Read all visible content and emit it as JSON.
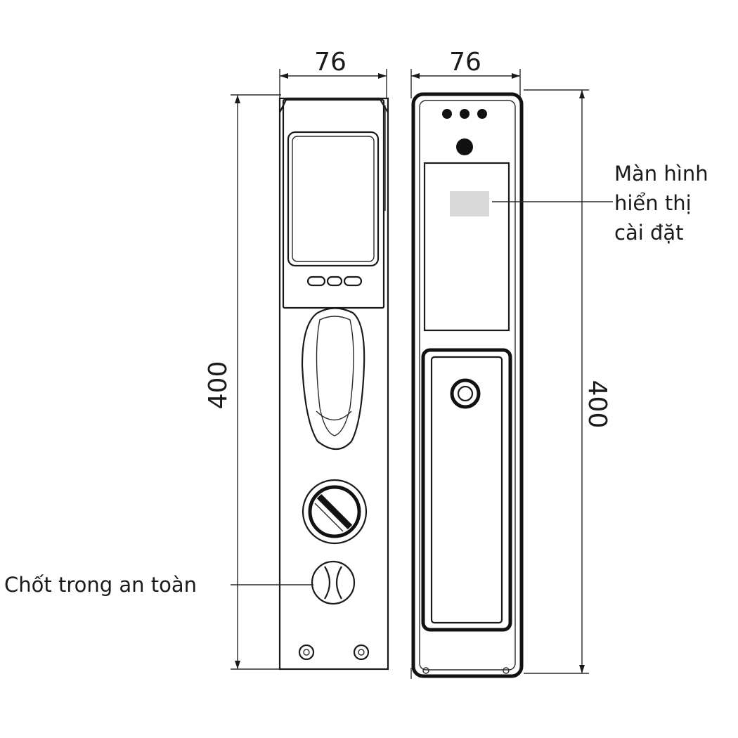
{
  "dimensions": {
    "inner_width": "76",
    "outer_width": "76",
    "inner_height": "400",
    "outer_height": "400"
  },
  "callouts": {
    "screen_line1": "Màn hình",
    "screen_line2": "hiển thị",
    "screen_line3": "cài đặt",
    "safety_latch": "Chốt trong an toàn"
  },
  "colors": {
    "line": "#1a1a1a",
    "screen_highlight": "#d9d9d9"
  }
}
